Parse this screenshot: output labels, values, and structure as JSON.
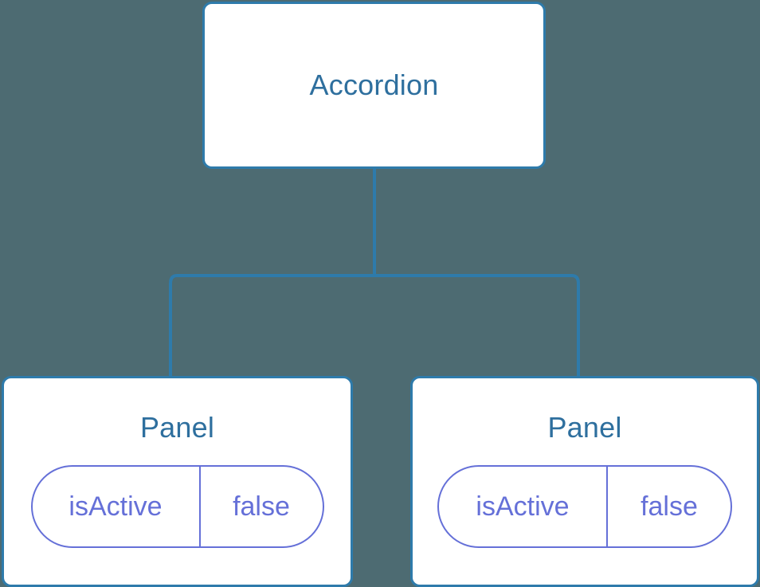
{
  "diagram": {
    "background_color": "#4d6b72",
    "node_border_color": "#2e7bab",
    "node_fill_color": "#ffffff",
    "title_text_color": "#2e6f9e",
    "prop_color": "#6570d8",
    "edge_color": "#2e7bab",
    "root": {
      "label": "Accordion"
    },
    "children": [
      {
        "label": "Panel",
        "props": [
          {
            "key": "isActive",
            "value": "false"
          }
        ]
      },
      {
        "label": "Panel",
        "props": [
          {
            "key": "isActive",
            "value": "false"
          }
        ]
      }
    ]
  }
}
